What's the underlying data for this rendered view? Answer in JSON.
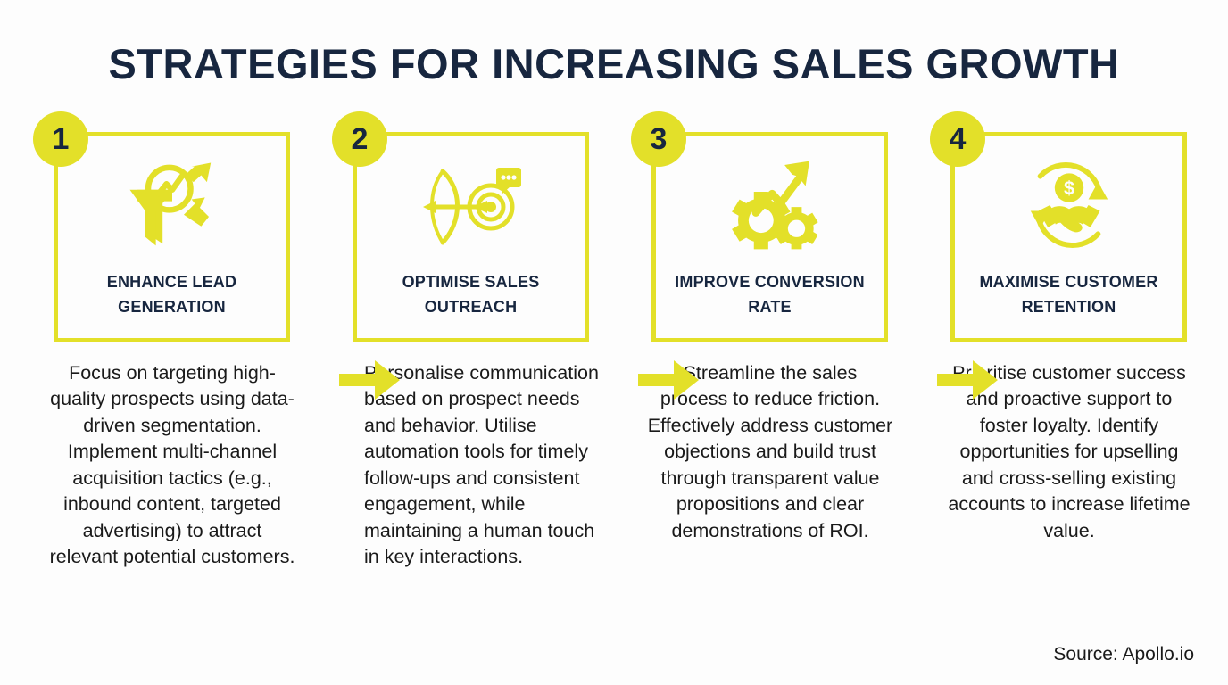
{
  "title": "STRATEGIES FOR INCREASING SALES GROWTH",
  "source": "Source: Apollo.io",
  "colors": {
    "accent_yellow": "#E3E029",
    "navy": "#17263F",
    "body_text": "#1A1A1A",
    "background": "#FDFDFD"
  },
  "steps": [
    {
      "number": "1",
      "label": "ENHANCE LEAD GENERATION",
      "icon": "funnel-magnifier-growth-icon",
      "description": "Focus on targeting high-quality prospects using data-driven segmentation. Implement multi-channel acquisition tactics (e.g., inbound content, targeted advertising) to attract relevant potential customers."
    },
    {
      "number": "2",
      "label": "OPTIMISE SALES OUTREACH",
      "icon": "bow-arrow-target-message-icon",
      "description": "Personalise communication based on prospect needs and behavior. Utilise automation tools for timely follow-ups and consistent engagement, while maintaining a human touch in key interactions."
    },
    {
      "number": "3",
      "label": "IMPROVE CONVERSION RATE",
      "icon": "gears-growth-arrow-icon",
      "description": "Streamline the sales process to reduce friction. Effectively address customer objections and build trust through transparent value propositions and clear demonstrations of ROI."
    },
    {
      "number": "4",
      "label": "MAXIMISE CUSTOMER RETENTION",
      "icon": "handshake-dollar-cycle-icon",
      "description": "Prioritise customer success and proactive support to foster loyalty. Identify opportunities for upselling and cross-selling existing accounts to increase lifetime value."
    }
  ],
  "connectors": [
    {
      "name": "arrow-step-1-to-2"
    },
    {
      "name": "arrow-step-2-to-3"
    },
    {
      "name": "arrow-step-3-to-4"
    }
  ]
}
